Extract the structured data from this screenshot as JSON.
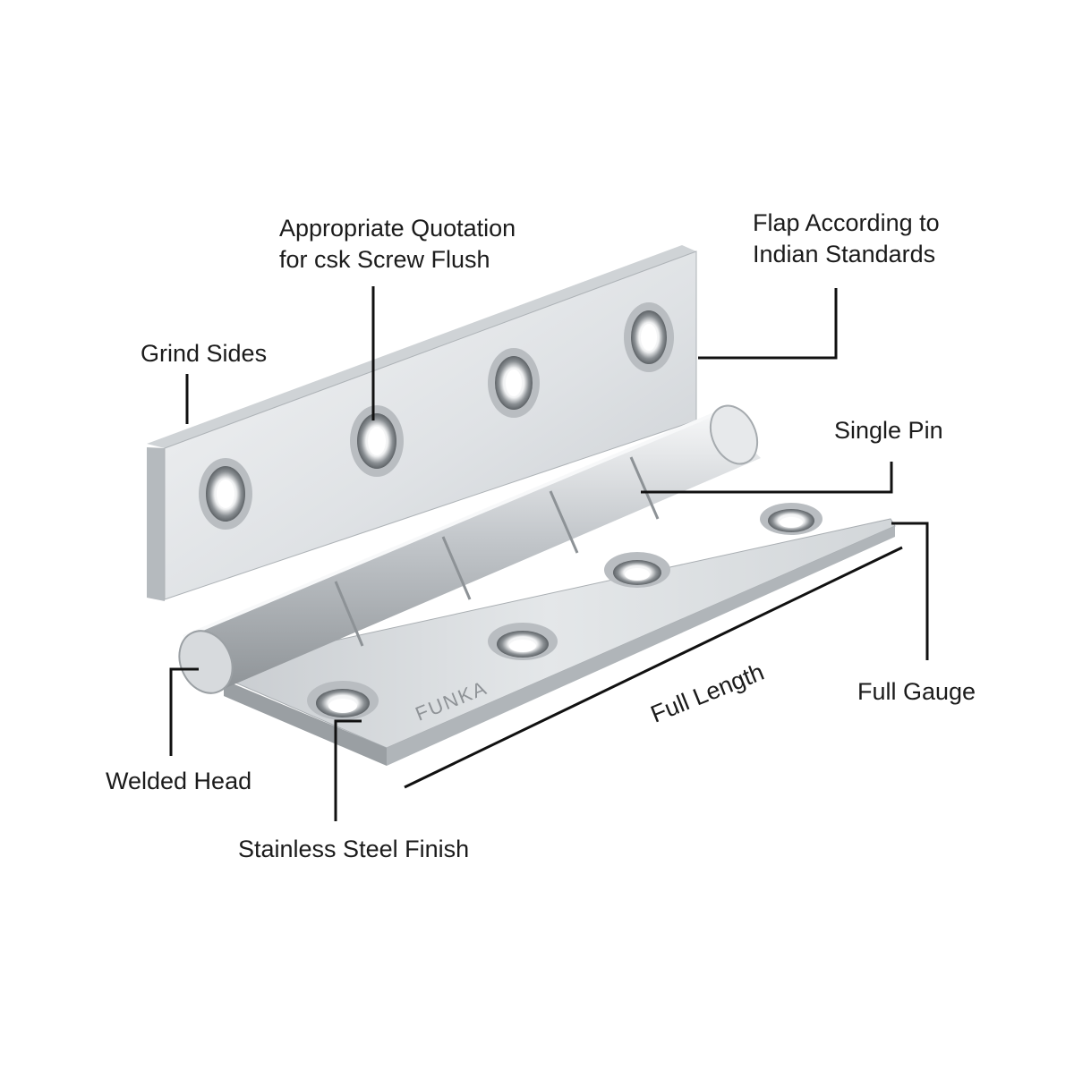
{
  "product": {
    "brand_logo_text": "FUNKA",
    "colors": {
      "background": "#ffffff",
      "steel_light": "#eceef0",
      "steel_mid": "#c9cdd1",
      "steel_dark": "#8d9296",
      "leader_line": "#111111"
    }
  },
  "labels": {
    "grind_sides": "Grind Sides",
    "csk_line1": "Appropriate Quotation",
    "csk_line2": "for csk Screw Flush",
    "flap_line1": "Flap According to",
    "flap_line2": "Indian Standards",
    "single_pin": "Single Pin",
    "full_gauge": "Full Gauge",
    "full_length": "Full Length",
    "welded_head": "Welded Head",
    "stainless_finish": "Stainless Steel Finish"
  }
}
